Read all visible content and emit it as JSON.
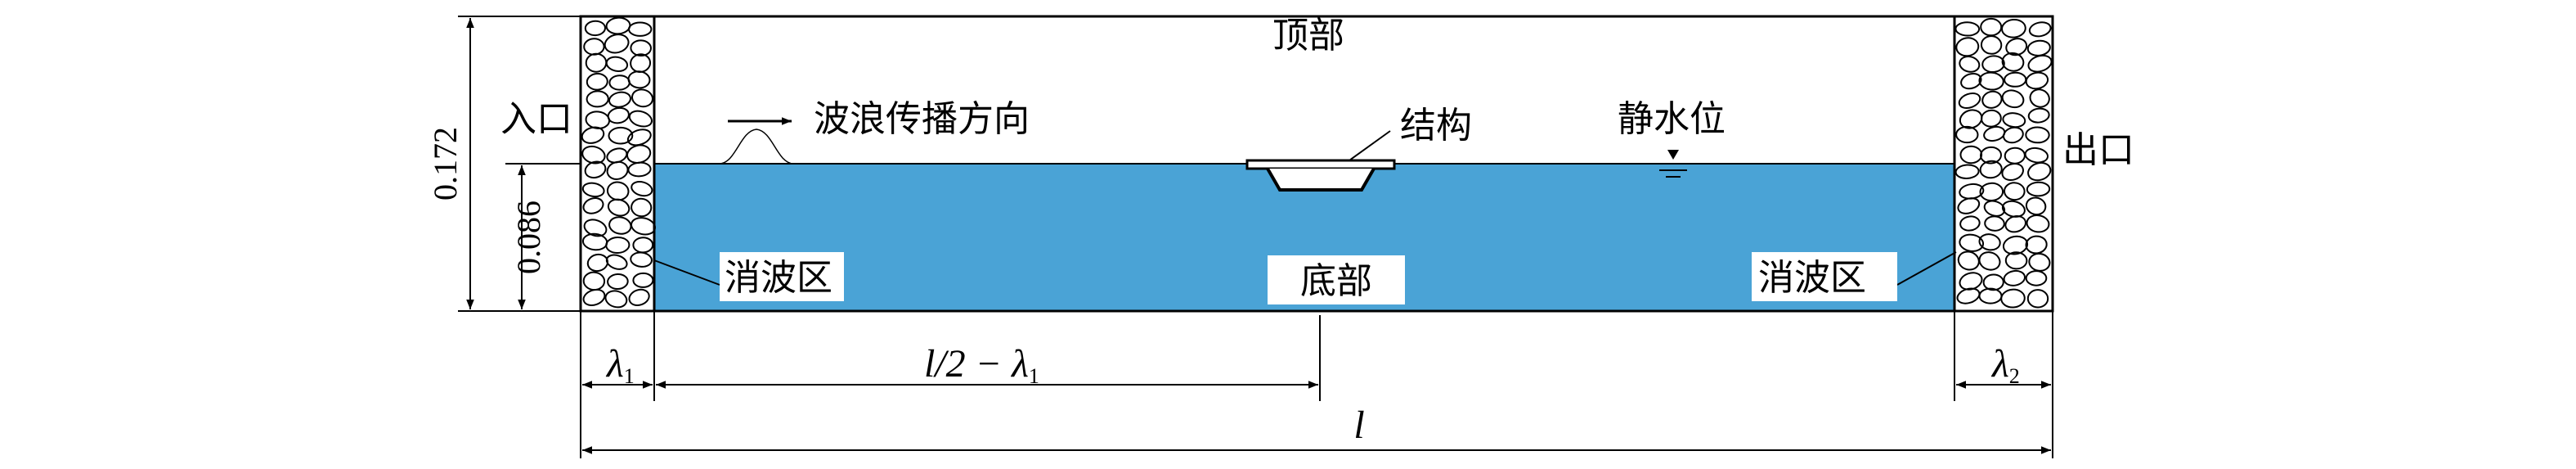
{
  "colors": {
    "water": "#4aa3d6",
    "line": "#000000",
    "stone": "#ffffff"
  },
  "labels": {
    "top": "顶部",
    "bottom": "底部",
    "inlet": "入口",
    "outlet": "出口",
    "wave_direction": "波浪传播方向",
    "structure": "结构",
    "still_water_level": "静水位",
    "absorber_left": "消波区",
    "absorber_right": "消波区"
  },
  "dimensions": {
    "height_total": "0.172",
    "height_water": "0.086",
    "lambda1_sym": "λ",
    "lambda1_sub": "1",
    "lambda2_sym": "λ",
    "lambda2_sub": "2",
    "half_len_prefix": "l/2 − λ",
    "half_len_sub": "1",
    "length": "l"
  },
  "icons": [
    "wave-direction-arrow-icon",
    "still-water-level-marker-icon",
    "wave-crest-icon",
    "structure-icon"
  ]
}
